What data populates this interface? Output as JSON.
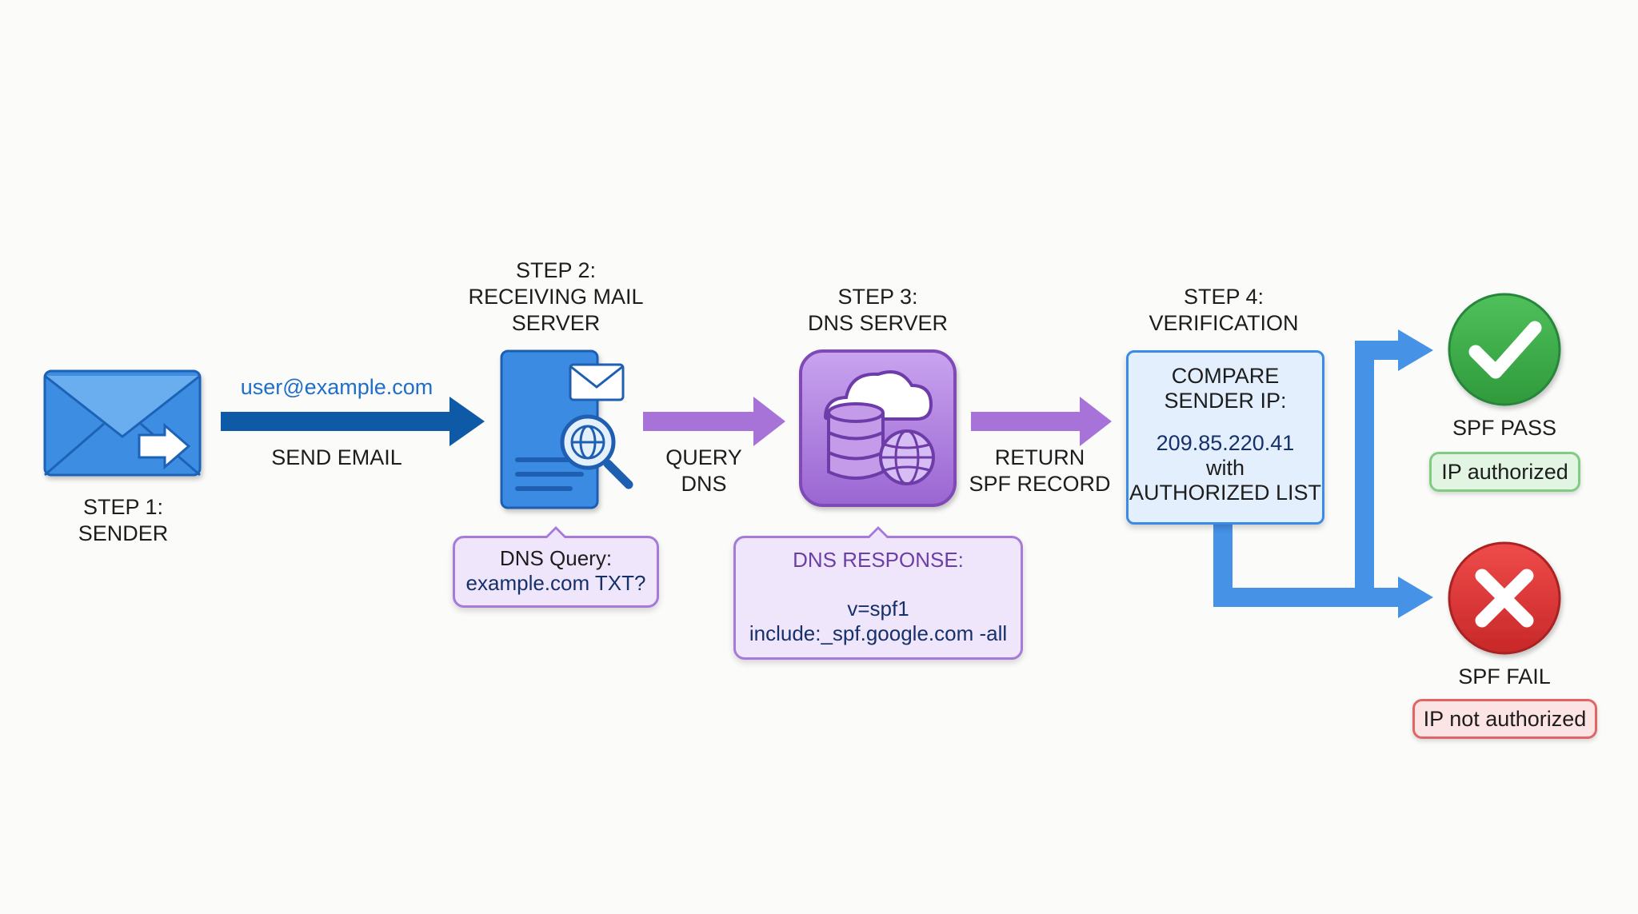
{
  "step1": {
    "line1": "STEP 1:",
    "line2": "SENDER"
  },
  "arrow1": {
    "email": "user@example.com",
    "label": "SEND EMAIL"
  },
  "step2": {
    "line1": "STEP 2:",
    "line2": "RECEIVING MAIL",
    "line3": "SERVER"
  },
  "dns_query": {
    "line1": "DNS Query:",
    "line2": "example.com TXT?"
  },
  "arrow2": {
    "line1": "QUERY",
    "line2": "DNS"
  },
  "step3": {
    "line1": "STEP 3:",
    "line2": "DNS SERVER"
  },
  "dns_response": {
    "title": "DNS RESPONSE:",
    "line1": "v=spf1",
    "line2": "include:_spf.google.com -all"
  },
  "arrow3": {
    "line1": "RETURN",
    "line2": "SPF RECORD"
  },
  "step4": {
    "line1": "STEP 4:",
    "line2": "VERIFICATION"
  },
  "verification": {
    "line1": "COMPARE",
    "line2": "SENDER IP:",
    "ip": "209.85.220.41",
    "line3": "with",
    "line4": "AUTHORIZED LIST"
  },
  "pass": {
    "label": "SPF PASS",
    "badge": "IP authorized"
  },
  "fail": {
    "label": "SPF FAIL",
    "badge": "IP not authorized"
  },
  "colors": {
    "blue": "#2f7fdc",
    "dark_blue": "#0f5aa6",
    "purple": "#a873d8",
    "green": "#3aa846",
    "red": "#dc3232"
  }
}
